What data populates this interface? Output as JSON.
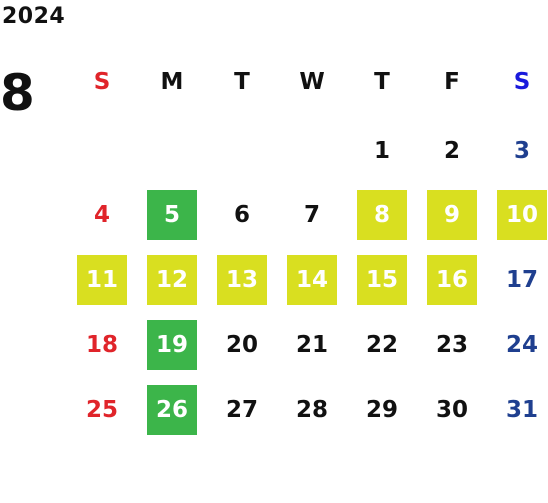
{
  "year": "2024",
  "month": "8",
  "colors": {
    "sunday": "#e0242a",
    "saturday_header": "#1a1adc",
    "saturday": "#1f3f8f",
    "weekday": "#111111",
    "highlight_yellow": "#d9df20",
    "highlight_green": "#3cb54a",
    "highlight_text": "#ffffff"
  },
  "weekdays": [
    "S",
    "M",
    "T",
    "W",
    "T",
    "F",
    "S"
  ],
  "weeks": [
    [
      {
        "d": ""
      },
      {
        "d": ""
      },
      {
        "d": ""
      },
      {
        "d": ""
      },
      {
        "d": "1"
      },
      {
        "d": "2"
      },
      {
        "d": "3"
      }
    ],
    [
      {
        "d": "4"
      },
      {
        "d": "5",
        "hl": "green"
      },
      {
        "d": "6"
      },
      {
        "d": "7"
      },
      {
        "d": "8",
        "hl": "yellow"
      },
      {
        "d": "9",
        "hl": "yellow"
      },
      {
        "d": "10",
        "hl": "yellow"
      }
    ],
    [
      {
        "d": "11",
        "hl": "yellow"
      },
      {
        "d": "12",
        "hl": "yellow"
      },
      {
        "d": "13",
        "hl": "yellow"
      },
      {
        "d": "14",
        "hl": "yellow"
      },
      {
        "d": "15",
        "hl": "yellow"
      },
      {
        "d": "16",
        "hl": "yellow"
      },
      {
        "d": "17"
      }
    ],
    [
      {
        "d": "18"
      },
      {
        "d": "19",
        "hl": "green"
      },
      {
        "d": "20"
      },
      {
        "d": "21"
      },
      {
        "d": "22"
      },
      {
        "d": "23"
      },
      {
        "d": "24"
      }
    ],
    [
      {
        "d": "25"
      },
      {
        "d": "26",
        "hl": "green"
      },
      {
        "d": "27"
      },
      {
        "d": "28"
      },
      {
        "d": "29"
      },
      {
        "d": "30"
      },
      {
        "d": "31"
      }
    ]
  ]
}
